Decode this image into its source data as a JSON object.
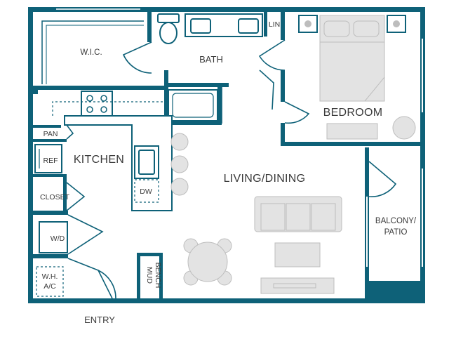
{
  "rooms": {
    "wic": "W.I.C.",
    "bath": "BATH",
    "lin": "LIN",
    "bedroom": "BEDROOM",
    "pan": "PAN",
    "kitchen": "KITCHEN",
    "ref": "REF",
    "dw": "DW",
    "closet": "CLOSET",
    "living_dining": "LIVING/DINING",
    "wd": "W/D",
    "wh_ac_line1": "W.H.",
    "wh_ac_line2": "A/C",
    "mud_bench_line1": "MUD",
    "mud_bench_line2": "BENCH",
    "balcony_line1": "BALCONY/",
    "balcony_line2": "PATIO",
    "entry": "ENTRY"
  },
  "colors": {
    "wall": "#0e6178",
    "furniture": "#e3e3e3",
    "label": "#3a3a3a"
  }
}
